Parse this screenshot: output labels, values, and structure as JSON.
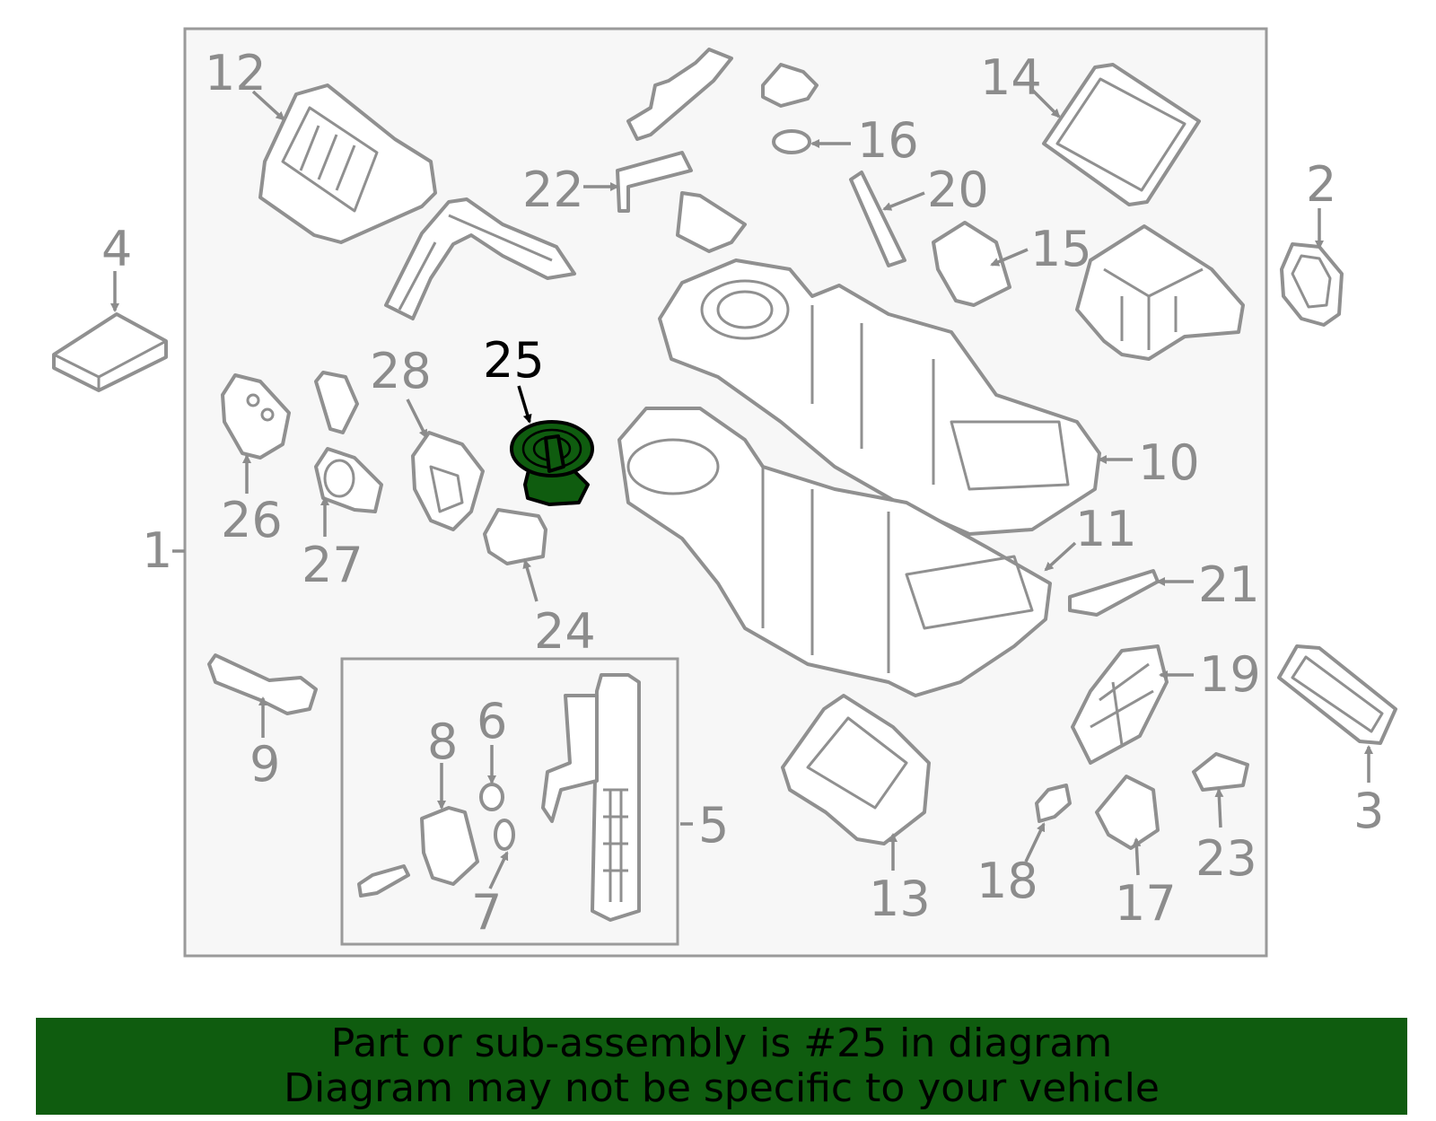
{
  "callouts": [
    "1",
    "2",
    "3",
    "4",
    "5",
    "6",
    "7",
    "8",
    "9",
    "10",
    "11",
    "12",
    "13",
    "14",
    "15",
    "16",
    "17",
    "18",
    "19",
    "20",
    "21",
    "22",
    "23",
    "24",
    "25",
    "26",
    "27",
    "28"
  ],
  "highlighted_callout": "25",
  "colors": {
    "highlight": "#0f5c0f",
    "line": "#909090",
    "label": "#8c8c8c",
    "panel": "#f7f7f7"
  },
  "banner": {
    "line1": "Part or sub-assembly is #25 in diagram",
    "line2": "Diagram may not be specific to your vehicle"
  }
}
